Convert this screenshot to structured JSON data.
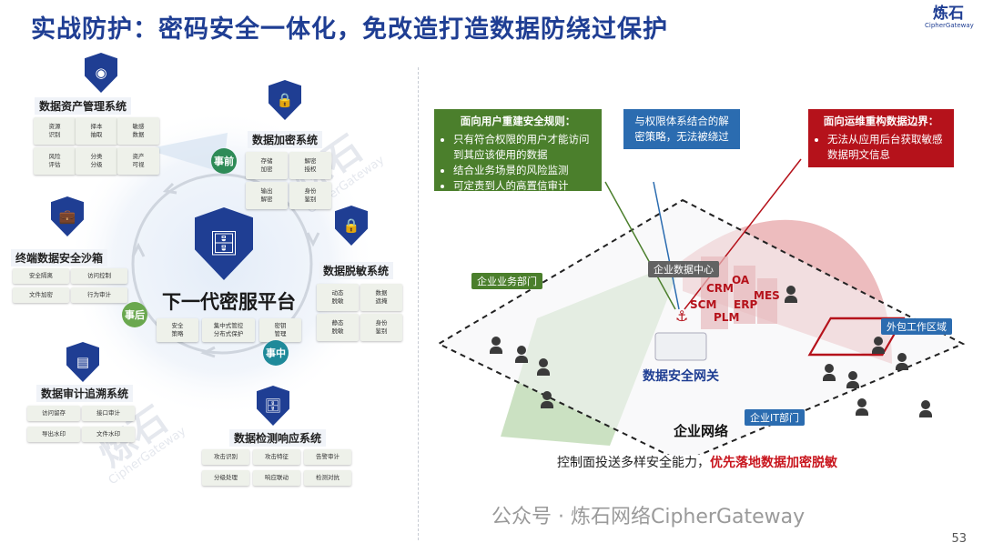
{
  "title": "实战防护：密码安全一体化，免改造打造数据防绕过保护",
  "logo": {
    "cn": "炼石",
    "en": "CipherGateway"
  },
  "page_number": "53",
  "left": {
    "center_title": "下一代密服平台",
    "center_chips": [
      "安全\n策略",
      "集中式管控\n分布式保护",
      "密钥\n管理"
    ],
    "stages": {
      "before": "事前",
      "during": "事中",
      "after": "事后"
    },
    "systems": {
      "asset": {
        "title": "数据资产管理系统",
        "chips": [
          "资源\n识别",
          "择本\n抽取",
          "敏感\n数据",
          "风险\n评估",
          "分类\n分级",
          "资产\n可视"
        ]
      },
      "encrypt": {
        "title": "数据加密系统",
        "chips": [
          "存储\n加密",
          "解密\n授权",
          "输出\n解密",
          "身份\n鉴别"
        ]
      },
      "mask": {
        "title": "数据脱敏系统",
        "chips": [
          "动态\n脱敏",
          "数据\n遮掩",
          "静态\n脱敏",
          "身份\n鉴别"
        ]
      },
      "sandbox": {
        "title": "终端数据安全沙箱",
        "chips": [
          "安全隔离",
          "访问控制",
          "文件加密",
          "行为审计"
        ]
      },
      "audit": {
        "title": "数据审计追溯系统",
        "chips": [
          "访问留存",
          "接口审计",
          "导出水印",
          "文件水印"
        ]
      },
      "detect": {
        "title": "数据检测响应系统",
        "chips": [
          "攻击识别",
          "攻击特征",
          "告警审计",
          "分级处理",
          "响应联动",
          "检测对抗"
        ]
      }
    },
    "watermark": {
      "cn": "炼石",
      "en": "CipherGateway"
    }
  },
  "right": {
    "green_box": {
      "head": "面向用户重建安全规则：",
      "items": [
        "只有符合权限的用户才能访问到其应该使用的数据",
        "结合业务场景的风险监测",
        "可定责到人的高置信审计"
      ]
    },
    "blue_box": {
      "text": "与权限体系结合的解密策略，无法被绕过"
    },
    "red_box": {
      "head": "面向运维重构数据边界：",
      "items": [
        "无法从应用后台获取敏感数据明文信息"
      ]
    },
    "tags": {
      "business_dept": "企业业务部门",
      "data_center": "企业数据中心",
      "outsource": "外包工作区域",
      "it_dept": "企业IT部门"
    },
    "apps": [
      "OA",
      "CRM",
      "MES",
      "ERP",
      "SCM",
      "PLM"
    ],
    "gateway_label": "数据安全网关",
    "network_label": "企业网络",
    "bottom_note": {
      "plain": "控制面投送多样安全能力，",
      "highlight": "优先落地数据加密脱敏"
    }
  },
  "footer_watermark": "公众号 · 炼石网络CipherGateway",
  "colors": {
    "brand_blue": "#1f3e93",
    "green": "#4b7f2c",
    "red": "#b5121b",
    "mid_blue": "#2b6cb0"
  }
}
